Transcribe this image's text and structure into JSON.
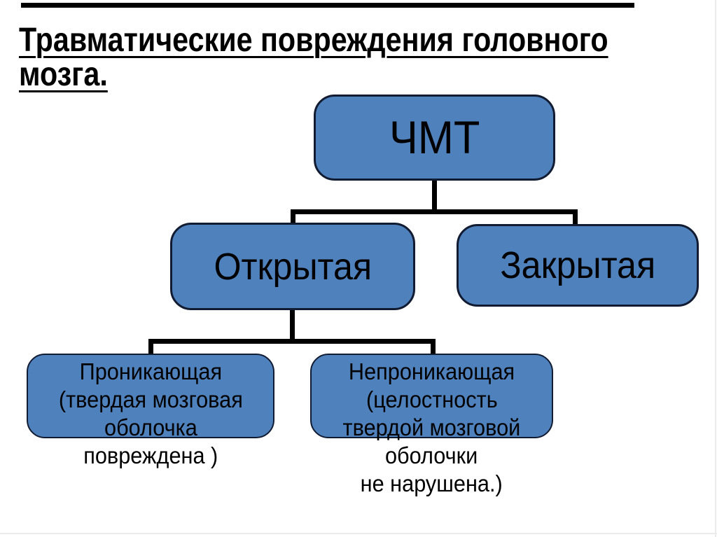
{
  "slide": {
    "title": {
      "line1": "Травматические повреждения головного",
      "line2": "мозга."
    },
    "colors": {
      "background": "#ffffff",
      "node_fill": "#4f81bd",
      "node_border": "#111c33",
      "connector": "#000000",
      "title_text": "#000000",
      "top_rule": "#000000"
    },
    "tree": {
      "root": {
        "label": "ЧМТ"
      },
      "level2": [
        {
          "label": "Открытая"
        },
        {
          "label": "Закрытая"
        }
      ],
      "level3": [
        {
          "lines": [
            "Проникающая",
            "(твердая мозговая",
            "оболочка",
            "повреждена )"
          ]
        },
        {
          "lines": [
            "Непроникающая",
            "(целостность",
            "твердой мозговой",
            "оболочки",
            "не нарушена.)"
          ]
        }
      ]
    }
  }
}
